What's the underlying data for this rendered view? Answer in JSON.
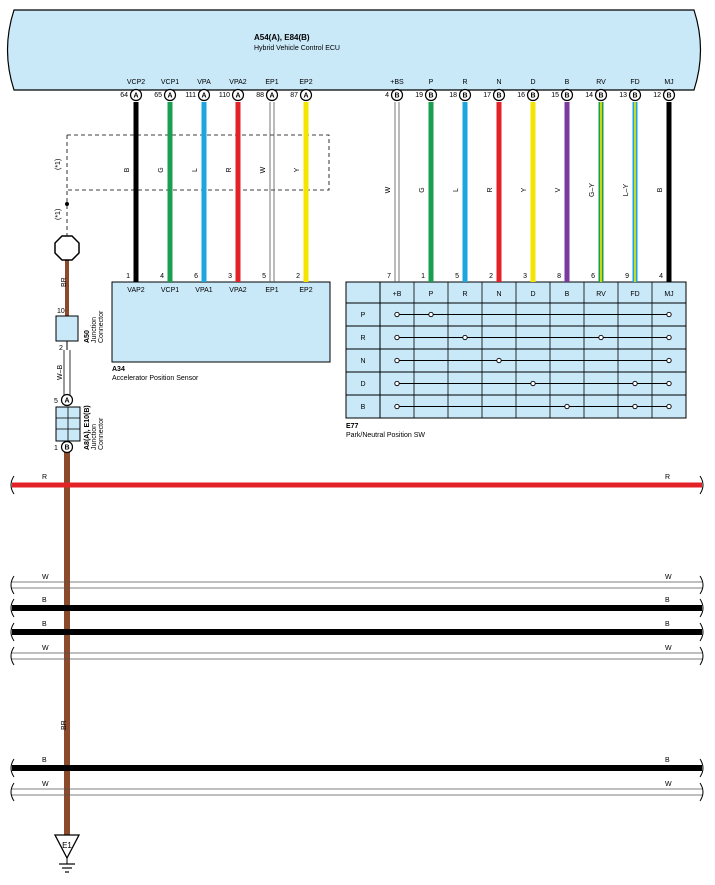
{
  "ecu": {
    "code": "A54(A), E84(B)",
    "name": "Hybrid Vehicle Control ECU"
  },
  "notes": [
    "(*1)",
    "(*1)"
  ],
  "colors": {
    "B": "#000000",
    "G": "#1a9e50",
    "L": "#1ba6e0",
    "R": "#e32228",
    "W": "#ffffff",
    "Y": "#f5e400",
    "V": "#7a3aa0",
    "BR": "#8b4a2b",
    "panel": "#c9e8f8"
  },
  "wires": [
    {
      "term": "VCP2",
      "pin": "64",
      "conn": "A",
      "color": "B",
      "stripe": "",
      "label": "B",
      "dest_pin": "1",
      "dest_term": "VAP2"
    },
    {
      "term": "VCP1",
      "pin": "65",
      "conn": "A",
      "color": "G",
      "stripe": "",
      "label": "G",
      "dest_pin": "4",
      "dest_term": "VCP1"
    },
    {
      "term": "VPA",
      "pin": "111",
      "conn": "A",
      "color": "L",
      "stripe": "",
      "label": "L",
      "dest_pin": "6",
      "dest_term": "VPA1"
    },
    {
      "term": "VPA2",
      "pin": "110",
      "conn": "A",
      "color": "R",
      "stripe": "",
      "label": "R",
      "dest_pin": "3",
      "dest_term": "VPA2"
    },
    {
      "term": "EP1",
      "pin": "88",
      "conn": "A",
      "color": "W",
      "stripe": "",
      "label": "W",
      "dest_pin": "5",
      "dest_term": "EP1"
    },
    {
      "term": "EP2",
      "pin": "87",
      "conn": "A",
      "color": "Y",
      "stripe": "",
      "label": "Y",
      "dest_pin": "2",
      "dest_term": "EP2"
    },
    {
      "term": "+BS",
      "pin": "4",
      "conn": "B",
      "color": "W",
      "stripe": "",
      "label": "W",
      "dest_pin": "7",
      "dest_term": "+B"
    },
    {
      "term": "P",
      "pin": "19",
      "conn": "B",
      "color": "G",
      "stripe": "",
      "label": "G",
      "dest_pin": "1",
      "dest_term": "P"
    },
    {
      "term": "R",
      "pin": "18",
      "conn": "B",
      "color": "L",
      "stripe": "",
      "label": "L",
      "dest_pin": "5",
      "dest_term": "R"
    },
    {
      "term": "N",
      "pin": "17",
      "conn": "B",
      "color": "R",
      "stripe": "",
      "label": "R",
      "dest_pin": "2",
      "dest_term": "N"
    },
    {
      "term": "D",
      "pin": "16",
      "conn": "B",
      "color": "Y",
      "stripe": "",
      "label": "Y",
      "dest_pin": "3",
      "dest_term": "D"
    },
    {
      "term": "B",
      "pin": "15",
      "conn": "B",
      "color": "V",
      "stripe": "",
      "label": "V",
      "dest_pin": "8",
      "dest_term": "B"
    },
    {
      "term": "RV",
      "pin": "14",
      "conn": "B",
      "color": "G",
      "stripe": "Y",
      "label": "G–Y",
      "dest_pin": "6",
      "dest_term": "RV"
    },
    {
      "term": "FD",
      "pin": "13",
      "conn": "B",
      "color": "L",
      "stripe": "Y",
      "label": "L–Y",
      "dest_pin": "9",
      "dest_term": "FD"
    },
    {
      "term": "MJ",
      "pin": "12",
      "conn": "B",
      "color": "B",
      "stripe": "",
      "label": "B",
      "dest_pin": "4",
      "dest_term": "MJ"
    }
  ],
  "a34": {
    "code": "A34",
    "name": "Accelerator Position Sensor"
  },
  "e77": {
    "code": "E77",
    "name": "Park/Neutral Position SW",
    "columns": [
      "+B",
      "P",
      "R",
      "N",
      "D",
      "B",
      "RV",
      "FD",
      "MJ"
    ],
    "rows": [
      {
        "label": "P",
        "dots": [
          0,
          1,
          8
        ]
      },
      {
        "label": "R",
        "dots": [
          0,
          2,
          6,
          8
        ]
      },
      {
        "label": "N",
        "dots": [
          0,
          3,
          8
        ]
      },
      {
        "label": "D",
        "dots": [
          0,
          4,
          7,
          8
        ]
      },
      {
        "label": "B",
        "dots": [
          0,
          5,
          7,
          8
        ]
      }
    ]
  },
  "a50": {
    "code": "A50",
    "name_1": "Junction",
    "name_2": "Connector",
    "pin_in": "10",
    "pin_out": "2"
  },
  "a8": {
    "code": "A8(A), E10(B)",
    "name_1": "Junction",
    "name_2": "Connector",
    "pin_top": "5",
    "pin_bottom": "1",
    "top_letter": "A",
    "bottom_letter": "B"
  },
  "wire_colors": {
    "br_top": "BR",
    "wb": "W–B",
    "br_lower": "BR"
  },
  "ground": {
    "label": "E1"
  },
  "bus_lines": [
    {
      "color": "R",
      "label": "R"
    },
    {
      "color": "W",
      "label": "W"
    },
    {
      "color": "B",
      "label": "B"
    },
    {
      "color": "B",
      "label": "B"
    },
    {
      "color": "W",
      "label": "W"
    },
    {
      "color": "B",
      "label": "B"
    },
    {
      "color": "W",
      "label": "W"
    }
  ]
}
